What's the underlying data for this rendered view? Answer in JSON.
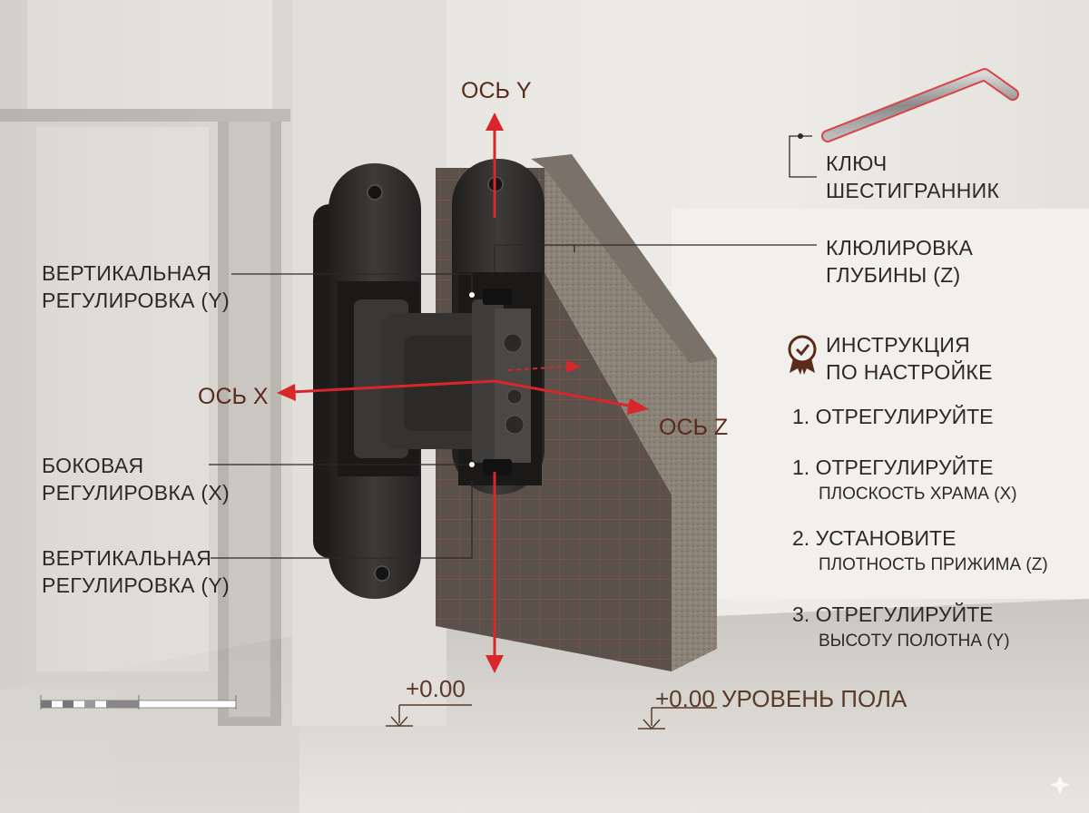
{
  "axes": {
    "y": "ОСЬ Y",
    "x": "ОСЬ X",
    "z": "ОСЬ Z"
  },
  "callouts": {
    "vertical_top": [
      "ВЕРТИКАЛЬНАЯ",
      "РЕГУЛИРОВКА (Y)"
    ],
    "lateral": [
      "БОКОВАЯ",
      "РЕГУЛИРОВКА (X)"
    ],
    "vertical_bottom": [
      "ВЕРТИКАЛЬНАЯ",
      "РЕГУЛИРОВКА (Y)"
    ],
    "hex_key": [
      "КЛЮЧ",
      "ШЕСТИГРАННИК"
    ],
    "depth": [
      "КЛЮЛИРОВКА",
      "ГЛУБИНЫ (Z)"
    ]
  },
  "instructions": {
    "title": [
      "ИНСТРУКЦИЯ",
      "ПО НАСТРОЙКЕ"
    ],
    "steps": [
      {
        "title": "1. ОТРЕГУЛИРУЙТЕ",
        "sub": ""
      },
      {
        "title": "1. ОТРЕГУЛИРУЙТЕ",
        "sub": "ПЛОСКОСТЬ ХРАМА (X)"
      },
      {
        "title": "2. УСТАНОВИТЕ",
        "sub": "ПЛОТНОСТЬ ПРИЖИМА (Z)"
      },
      {
        "title": "3. ОТРЕГУЛИРУЙТЕ",
        "sub": "ВЫСОТУ ПОЛОТНА (Y)"
      }
    ]
  },
  "levels": {
    "left": "+0.00",
    "right": "+0.00 УРОВЕНЬ ПОЛА"
  },
  "colors": {
    "arrow": "#d8262b",
    "hinge": "#2f2d2b",
    "accent": "#5a2a1a",
    "text": "#2c2a28"
  }
}
